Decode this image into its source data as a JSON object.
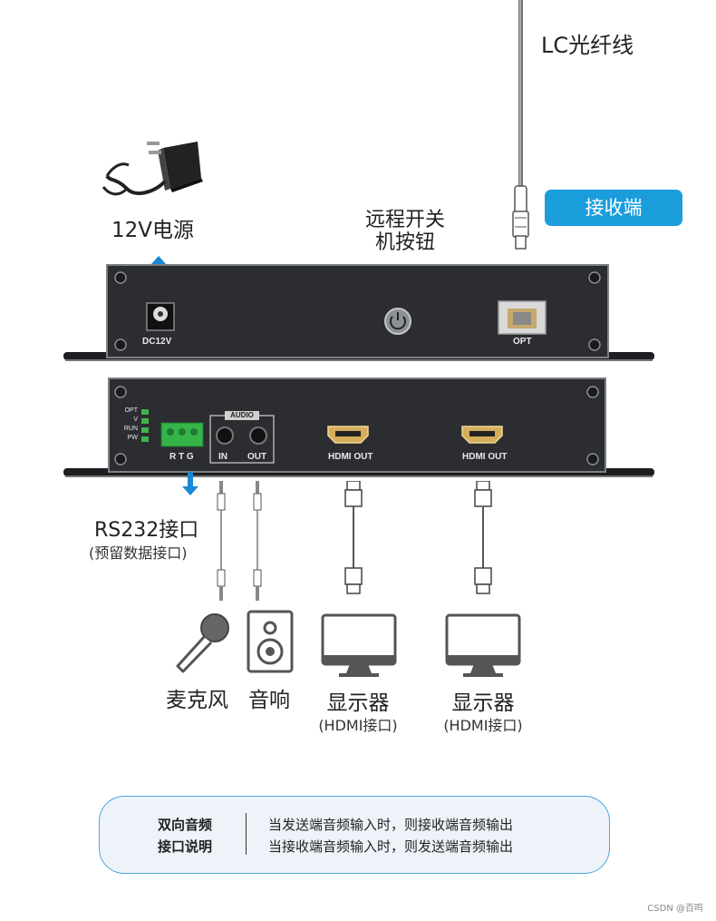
{
  "labels": {
    "fiber": "LC光纤线",
    "receiver": "接收端",
    "power": "12V电源",
    "switch_line1": "远程开关",
    "switch_line2": "机按钮",
    "rs232": "RS232接口",
    "rs232_sub": "(预留数据接口)",
    "mic": "麦克风",
    "speaker": "音响",
    "display1": "显示器",
    "display1_sub": "(HDMI接口)",
    "display2": "显示器",
    "display2_sub": "(HDMI接口)"
  },
  "panel_top": {
    "dc_label": "DC12V",
    "opt_label": "OPT"
  },
  "panel_bottom": {
    "leds": [
      "OPT",
      "V",
      "RUN",
      "PW"
    ],
    "rtg_label": "R T G",
    "audio_title": "AUDIO",
    "audio_in": "IN",
    "audio_out": "OUT",
    "hdmi1": "HDMI OUT",
    "hdmi2": "HDMI OUT"
  },
  "note": {
    "title_line1": "双向音频",
    "title_line2": "接口说明",
    "line1": "当发送端音频输入时，则接收端音频输出",
    "line2": "当接收端音频输入时，则发送端音频输出"
  },
  "watermark": "CSDN @百鸣",
  "colors": {
    "accent": "#1b9ddc",
    "led": "#3db54a",
    "panel": "#2b2d31"
  }
}
